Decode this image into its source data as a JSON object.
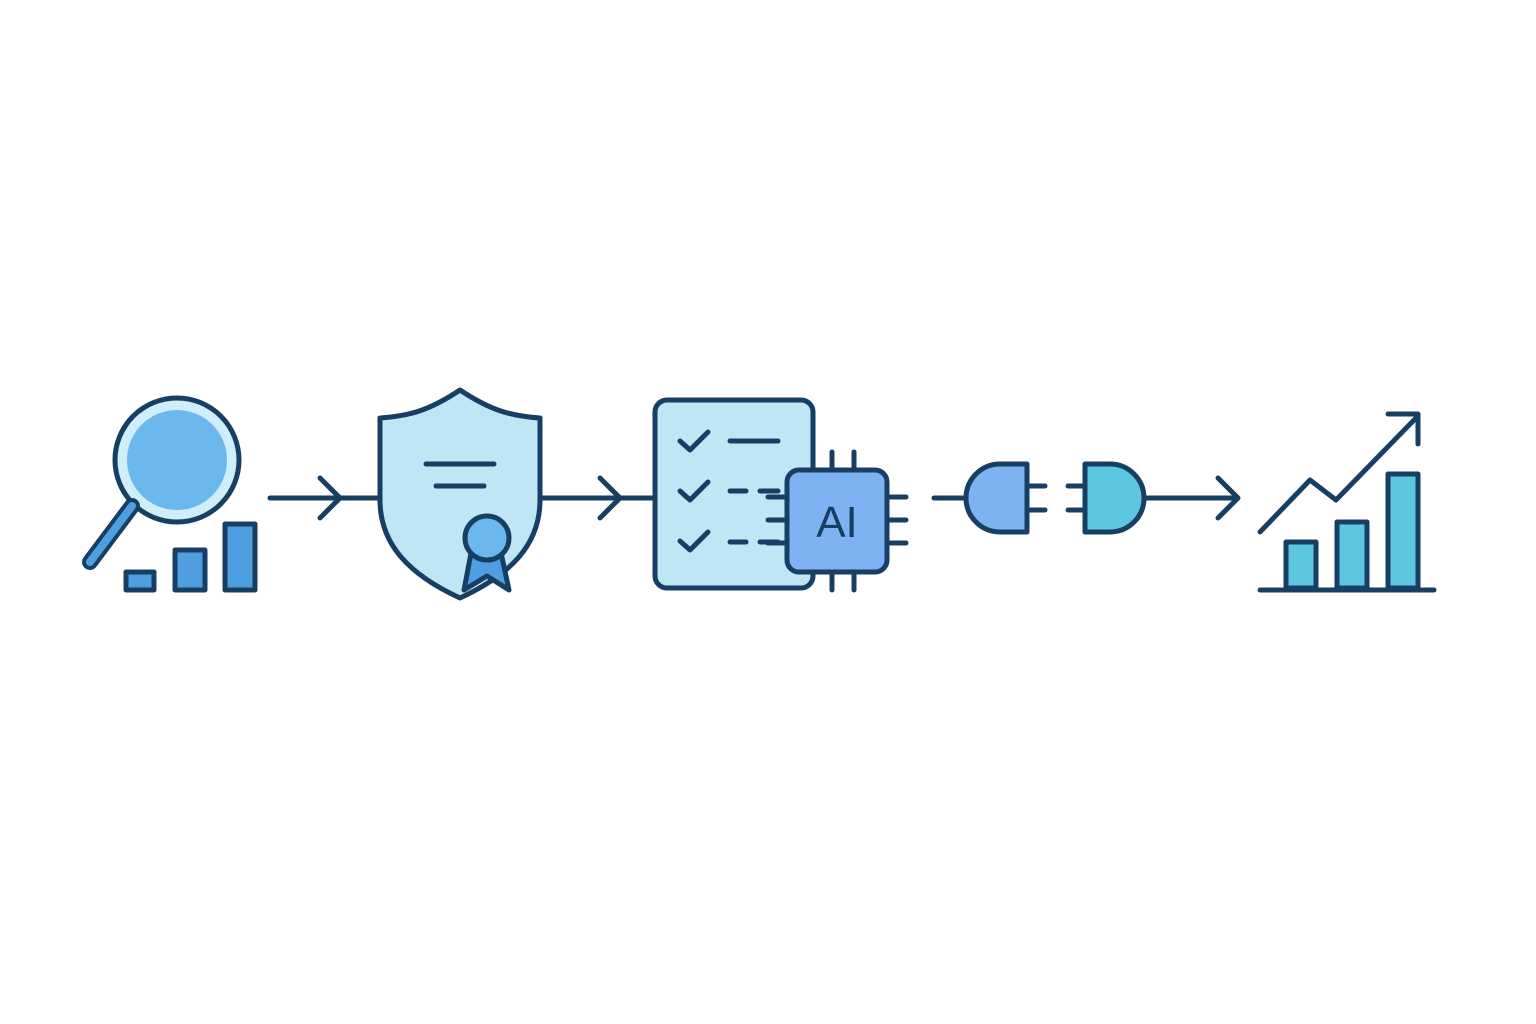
{
  "diagram": {
    "steps": [
      {
        "id": "research",
        "icon": "magnifier-bar-chart-icon"
      },
      {
        "id": "certification",
        "icon": "shield-certificate-icon"
      },
      {
        "id": "ai-checklist",
        "icon": "checklist-ai-chip-icon",
        "chip_label": "AI"
      },
      {
        "id": "integration",
        "icon": "plug-connector-icon"
      },
      {
        "id": "growth",
        "icon": "growth-chart-icon"
      }
    ],
    "colors": {
      "outline": "#173f63",
      "light_blue": "#bfe6f5",
      "mid_blue": "#6bb8ee",
      "accent_blue": "#7fb2f2",
      "cyan": "#5bc8e0"
    }
  }
}
